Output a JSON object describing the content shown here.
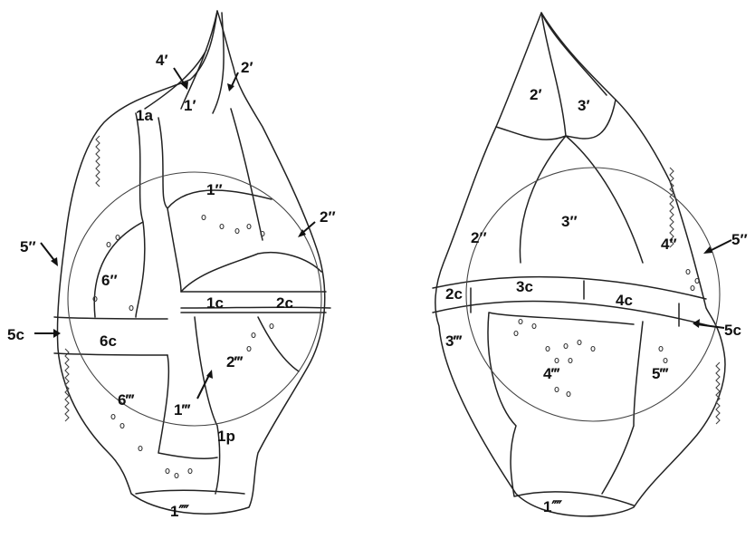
{
  "figure": {
    "left_view_labels": {
      "l4p": "4′",
      "l2p": "2′",
      "l1a": "1a",
      "l1p": "1′",
      "l1pp": "1″",
      "l2pp": "2″",
      "l5pp": "5″",
      "l6pp": "6″",
      "l1c": "1c",
      "l2c": "2c",
      "l5c": "5c",
      "l6c": "6c",
      "l2ppp": "2‴",
      "l6ppp": "6‴",
      "l1ppp": "1‴",
      "l1pw": "1p",
      "l1pppp": "1⁗"
    },
    "right_view_labels": {
      "r2p": "2′",
      "r3p": "3′",
      "r2pp": "2″",
      "r3pp": "3″",
      "r4pp": "4″",
      "r5pp": "5″",
      "r2c": "2c",
      "r3c": "3c",
      "r4c": "4c",
      "r5c": "5c",
      "r3ppp": "3‴",
      "r4ppp": "4‴",
      "r5ppp": "5‴",
      "r1pppp": "1⁗"
    }
  }
}
